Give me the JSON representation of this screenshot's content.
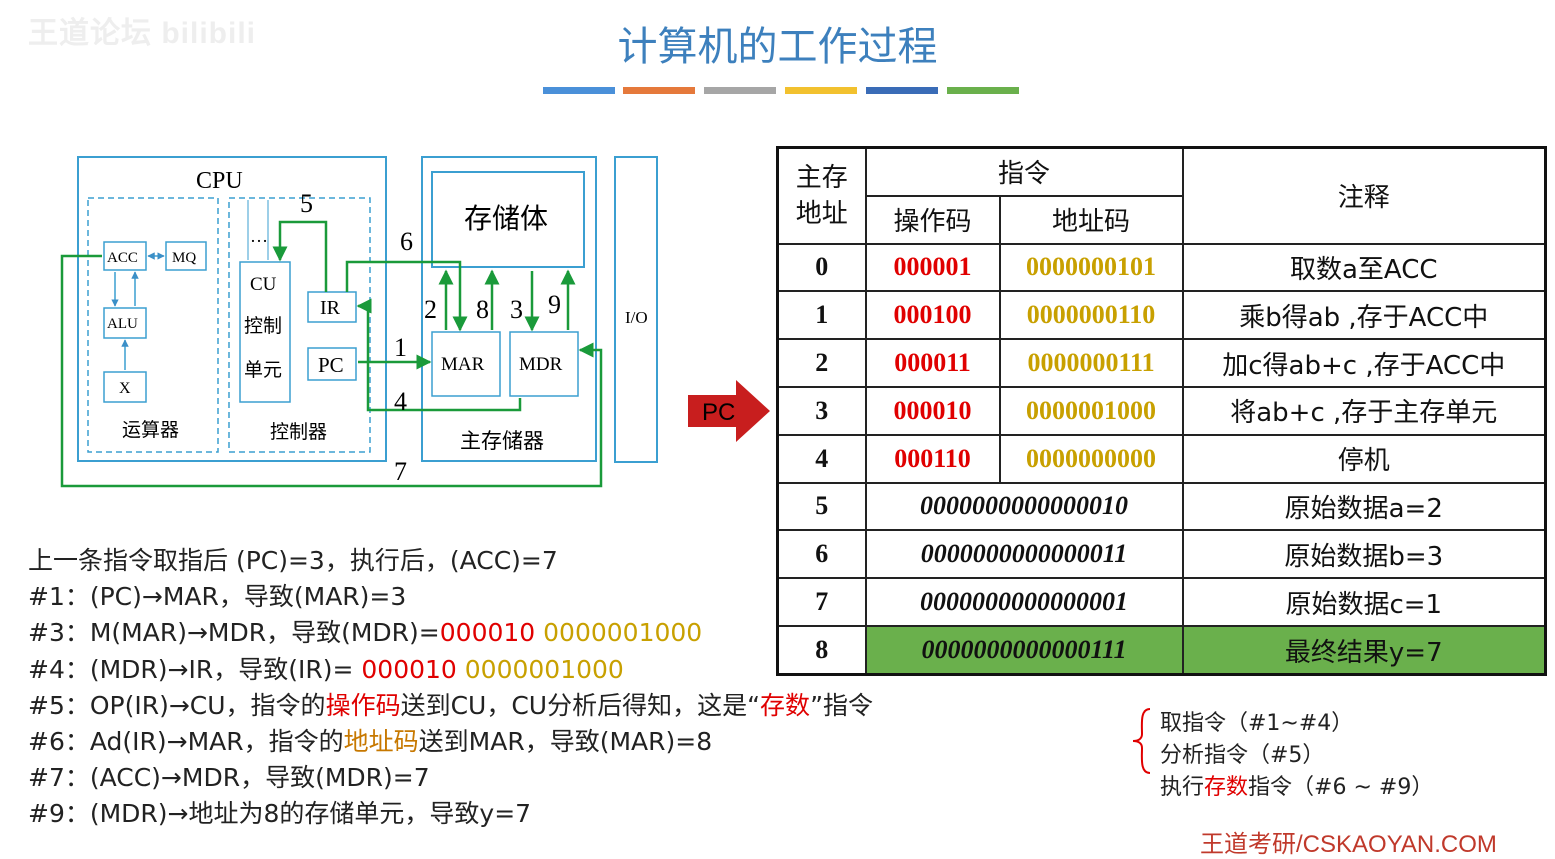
{
  "watermark": "王道论坛 bilibili",
  "title": "计算机的工作过程",
  "color_bars": [
    "#4a90d9",
    "#e5793b",
    "#a6a6a6",
    "#f2c12e",
    "#3a6cb7",
    "#6ab04c"
  ],
  "diagram": {
    "cpu_label": "CPU",
    "acc": "ACC",
    "mq": "MQ",
    "alu": "ALU",
    "x": "X",
    "alu_unit": "运算器",
    "cu": "CU",
    "cu_line2": "控制",
    "cu_line3": "单元",
    "ellipsis": "…",
    "ir": "IR",
    "pc": "PC",
    "control_unit": "控制器",
    "storage_body": "存储体",
    "mar": "MAR",
    "mdr": "MDR",
    "main_memory": "主存储器",
    "io": "I/O",
    "step_labels": [
      "5",
      "6",
      "2",
      "8",
      "3",
      "9",
      "1",
      "4",
      "7"
    ]
  },
  "pc_pointer": "PC",
  "table": {
    "header_addr": "主存地址",
    "header_instr": "指令",
    "header_opcode": "操作码",
    "header_address": "地址码",
    "header_note": "注释",
    "rows": [
      {
        "addr": "0",
        "op": "000001",
        "ad": "0000000101",
        "note": "取数a至ACC"
      },
      {
        "addr": "1",
        "op": "000100",
        "ad": "0000000110",
        "note": "乘b得ab ,存于ACC中"
      },
      {
        "addr": "2",
        "op": "000011",
        "ad": "0000000111",
        "note": "加c得ab+c ,存于ACC中"
      },
      {
        "addr": "3",
        "op": "000010",
        "ad": "0000001000",
        "note": "将ab+c ,存于主存单元"
      },
      {
        "addr": "4",
        "op": "000110",
        "ad": "0000000000",
        "note": "停机"
      }
    ],
    "data_rows": [
      {
        "addr": "5",
        "value": "0000000000000010",
        "note": "原始数据a=2"
      },
      {
        "addr": "6",
        "value": "0000000000000011",
        "note": "原始数据b=3"
      },
      {
        "addr": "7",
        "value": "0000000000000001",
        "note": "原始数据c=1"
      },
      {
        "addr": "8",
        "value": "0000000000000111",
        "note": "最终结果y=7"
      }
    ]
  },
  "steps": {
    "line0": "上一条指令取指后 (PC)=3，执行后，(ACC)=7",
    "line1": "#1：(PC)→MAR，导致(MAR)=3",
    "line2a": "#3：M(MAR)→MDR，导致(MDR)=",
    "line2op": "000010",
    "line2ad": " 0000001000",
    "line3a": "#4：(MDR)→IR，导致(IR)= ",
    "line3op": "000010",
    "line3ad": " 0000001000",
    "line4a": "#5：OP(IR)→CU，指令的",
    "line4b": "操作码",
    "line4c": "送到CU，CU分析后得知，这是“",
    "line4d": "存数",
    "line4e": "”指令",
    "line5a": "#6：Ad(IR)→MAR，指令的",
    "line5b": "地址码",
    "line5c": "送到MAR，导致(MAR)=8",
    "line6": "#7：(ACC)→MDR，导致(MDR)=7",
    "line7": "#9：(MDR)→地址为8的存储单元，导致y=7"
  },
  "note": {
    "n1": "取指令（#1~#4）",
    "n2": "分析指令（#5）",
    "n3a": "执行",
    "n3b": "存数",
    "n3c": "指令（#6 ~ #9）"
  },
  "footer": "王道考研/CSKAOYAN.COM"
}
